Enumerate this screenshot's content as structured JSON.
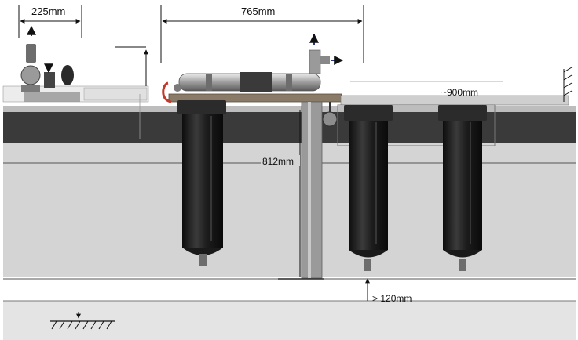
{
  "dimensions": {
    "left_width": "225mm",
    "top_width": "765mm",
    "center_height": "812mm",
    "clearance": "> 120mm",
    "right_label": "~900mm"
  },
  "colors": {
    "housing": "#1a1a1a",
    "housing_cap": "#2b2b2b",
    "panel_gray": "#d4d4d4",
    "dark_band": "#3a3a3a",
    "mount_plate": "#8a7a68",
    "uv_tube": "#b9b9b9",
    "accent_blue": "#1f3a8a",
    "outlet_red": "#c0392b"
  }
}
